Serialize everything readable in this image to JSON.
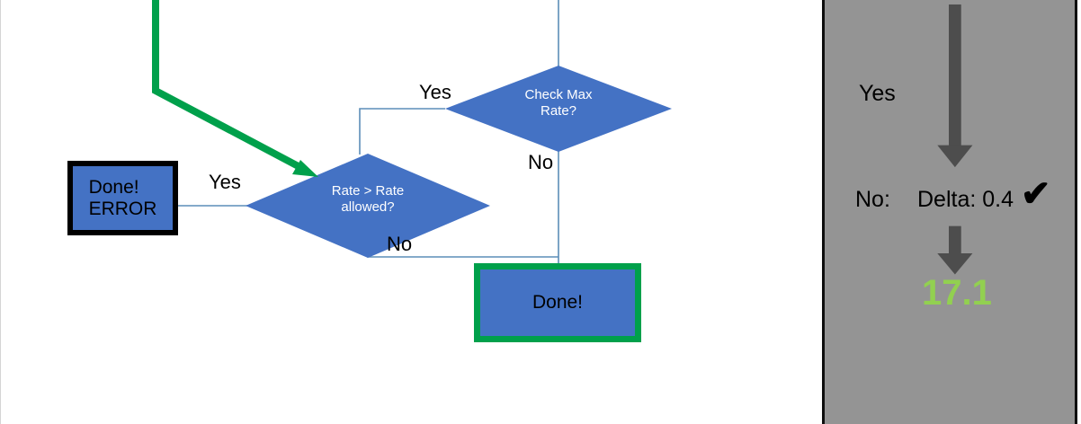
{
  "flowchart": {
    "nodes": [
      {
        "id": "error-box",
        "label": "Done!\nERROR",
        "line1": "Done!",
        "line2": "ERROR",
        "shape": "rectangle",
        "fill": "#4472C4",
        "border": "#000000"
      },
      {
        "id": "rate-diamond",
        "line1": "Rate > Rate",
        "line2": "allowed?",
        "shape": "diamond",
        "fill": "#4472C4"
      },
      {
        "id": "maxrate-diamond",
        "line1": "Check Max",
        "line2": "Rate?",
        "shape": "diamond",
        "fill": "#4472C4"
      },
      {
        "id": "done-box",
        "line1": "Done!",
        "shape": "rectangle",
        "fill": "#4472C4",
        "border": "#00A04B"
      }
    ],
    "edge_labels": {
      "rate_yes": "Yes",
      "rate_no": "No",
      "maxrate_yes": "Yes",
      "maxrate_no": "No"
    },
    "colors": {
      "shape_fill": "#4472C4",
      "connector": "#5B8DB8",
      "highlight_green": "#00A04B",
      "highlight_black": "#000000"
    }
  },
  "right_panel": {
    "background": "#949494",
    "border_color": "#0D0D0D",
    "yes_label": "Yes",
    "no_label": "No:",
    "delta_label": "Delta: 0.4",
    "check_mark": "✔",
    "result_value": "17.1",
    "result_color": "#92D050",
    "arrow_color": "#4D4D4D"
  }
}
